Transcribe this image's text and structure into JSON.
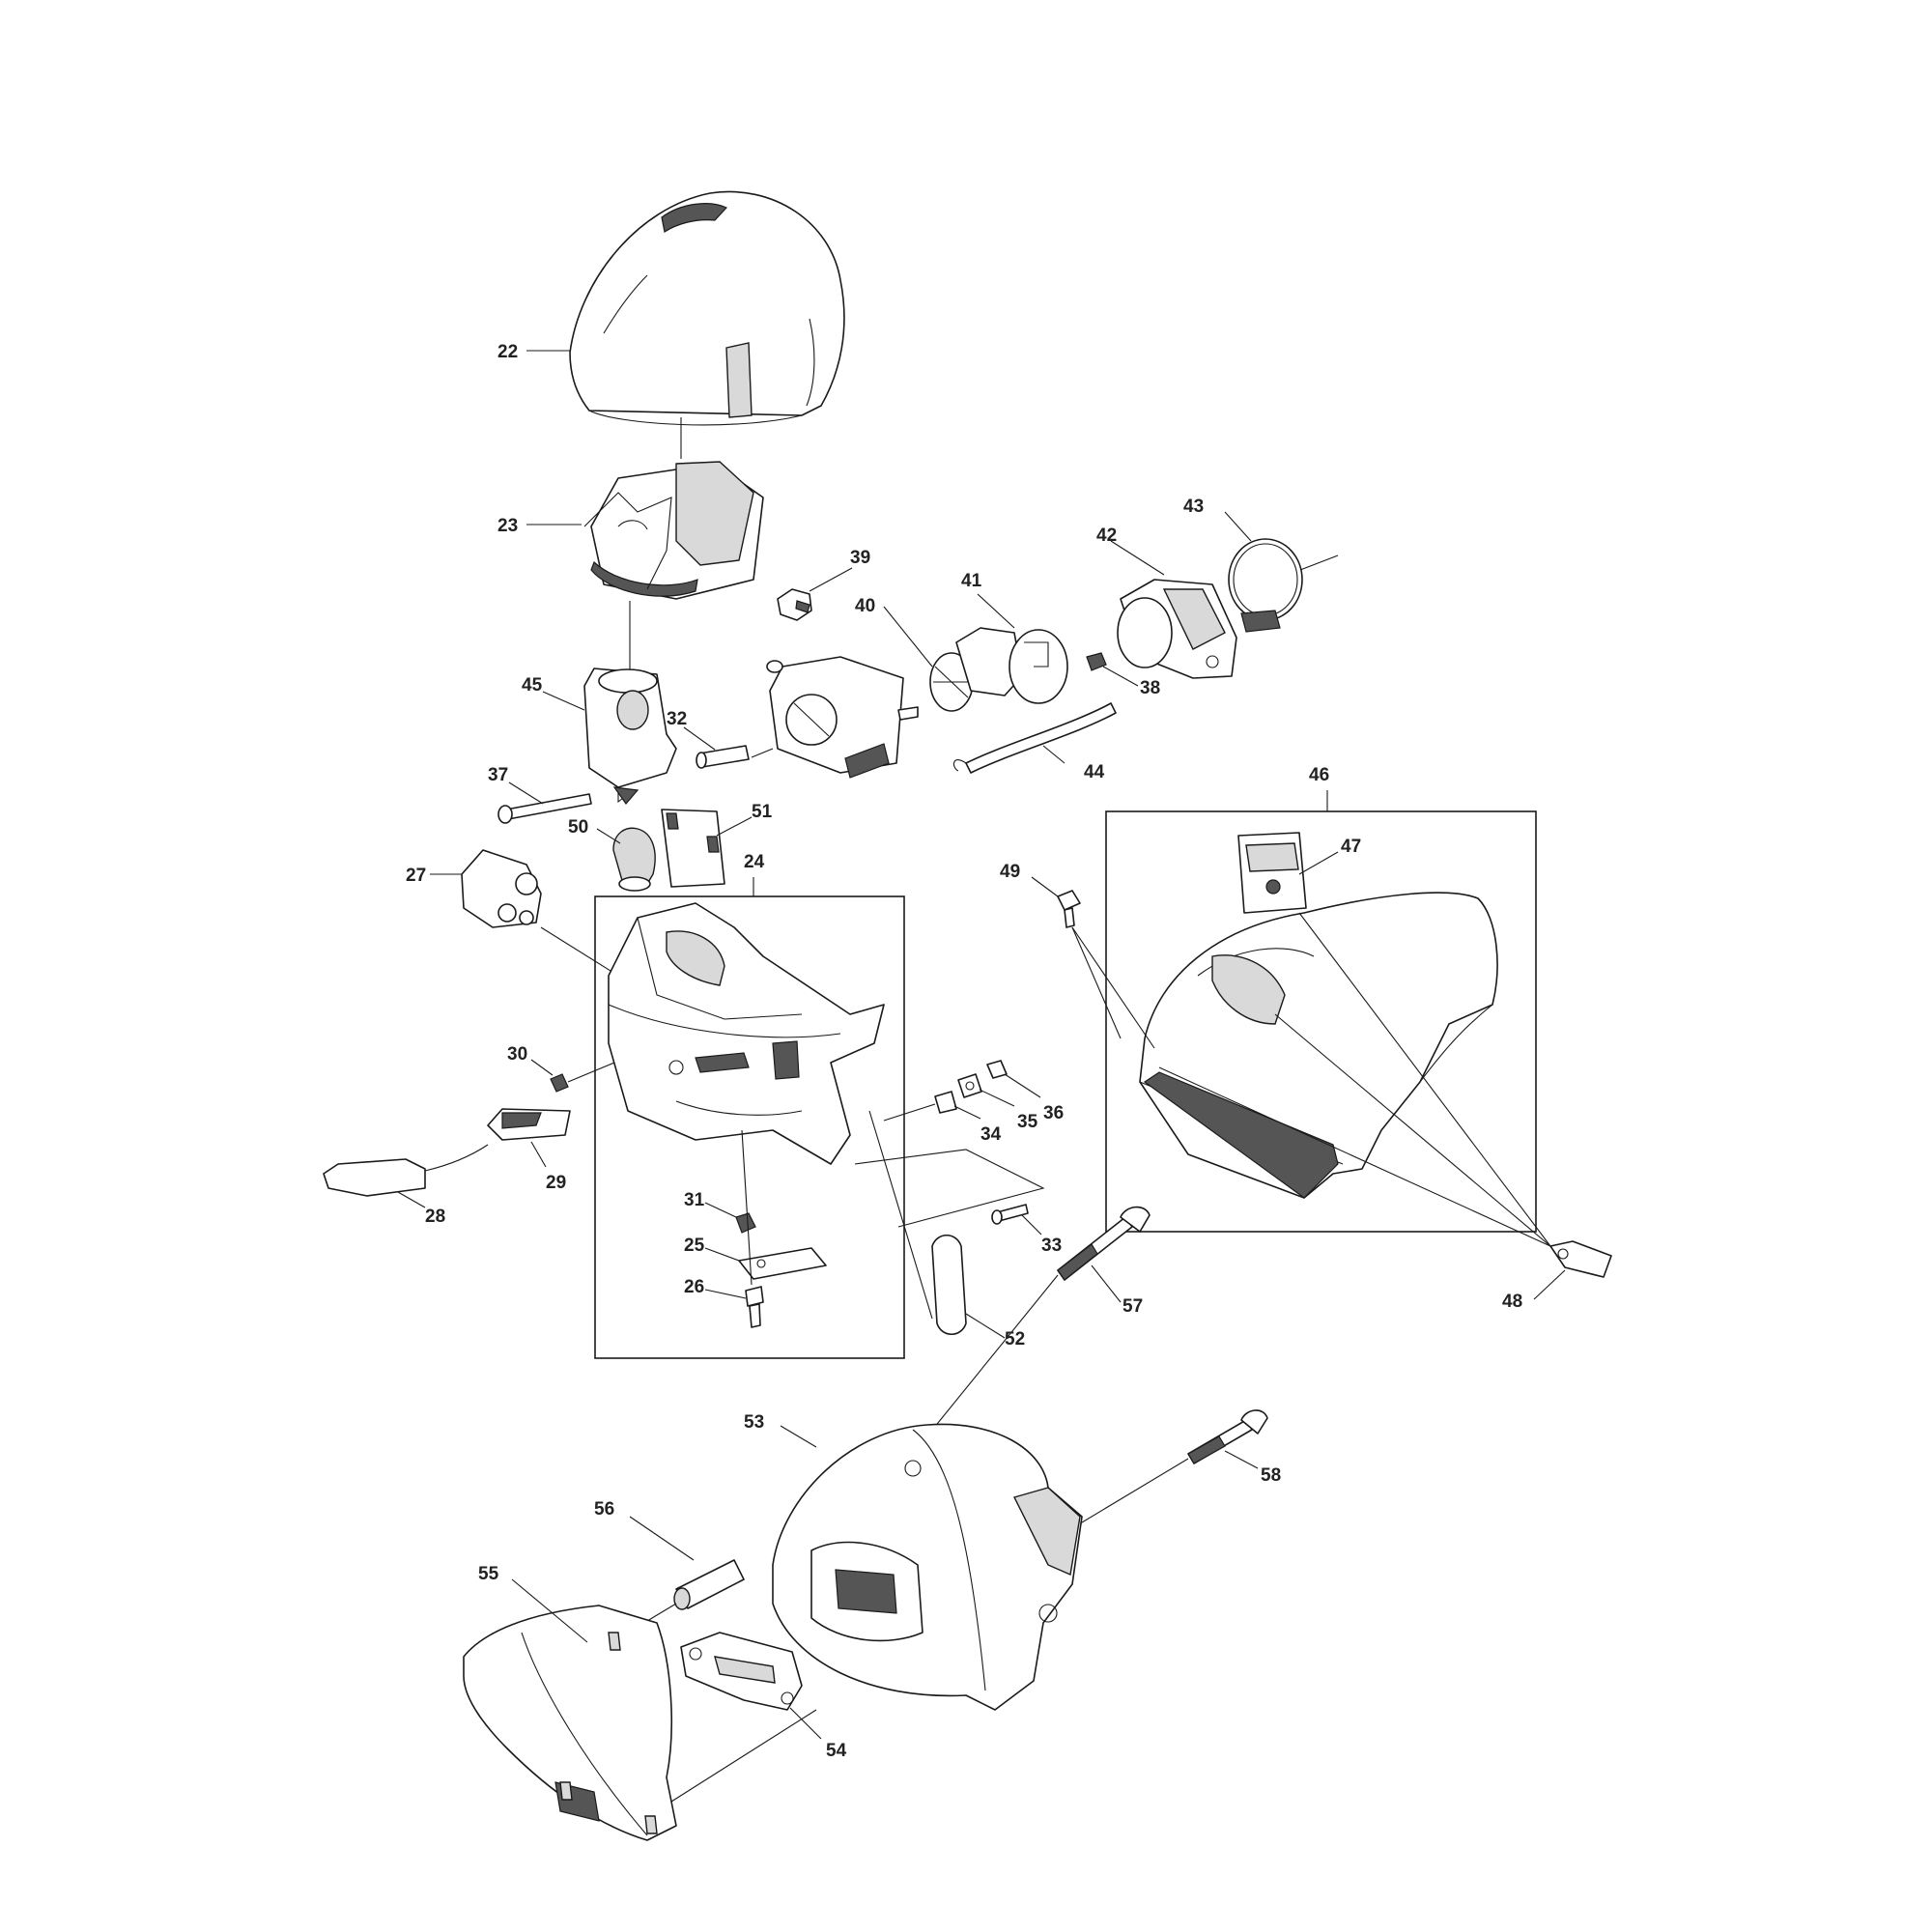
{
  "diagram": {
    "labels": {
      "p22": "22",
      "p23": "23",
      "p24": "24",
      "p25": "25",
      "p26": "26",
      "p27": "27",
      "p28": "28",
      "p29": "29",
      "p30": "30",
      "p31": "31",
      "p32": "32",
      "p33": "33",
      "p34": "34",
      "p35": "35",
      "p36": "36",
      "p37": "37",
      "p38": "38",
      "p39": "39",
      "p40": "40",
      "p41": "41",
      "p42": "42",
      "p43": "43",
      "p44": "44",
      "p45": "45",
      "p46": "46",
      "p47": "47",
      "p48": "48",
      "p49": "49",
      "p50": "50",
      "p51": "51",
      "p52": "52",
      "p53": "53",
      "p54": "54",
      "p55": "55",
      "p56": "56",
      "p57": "57",
      "p58": "58"
    }
  }
}
